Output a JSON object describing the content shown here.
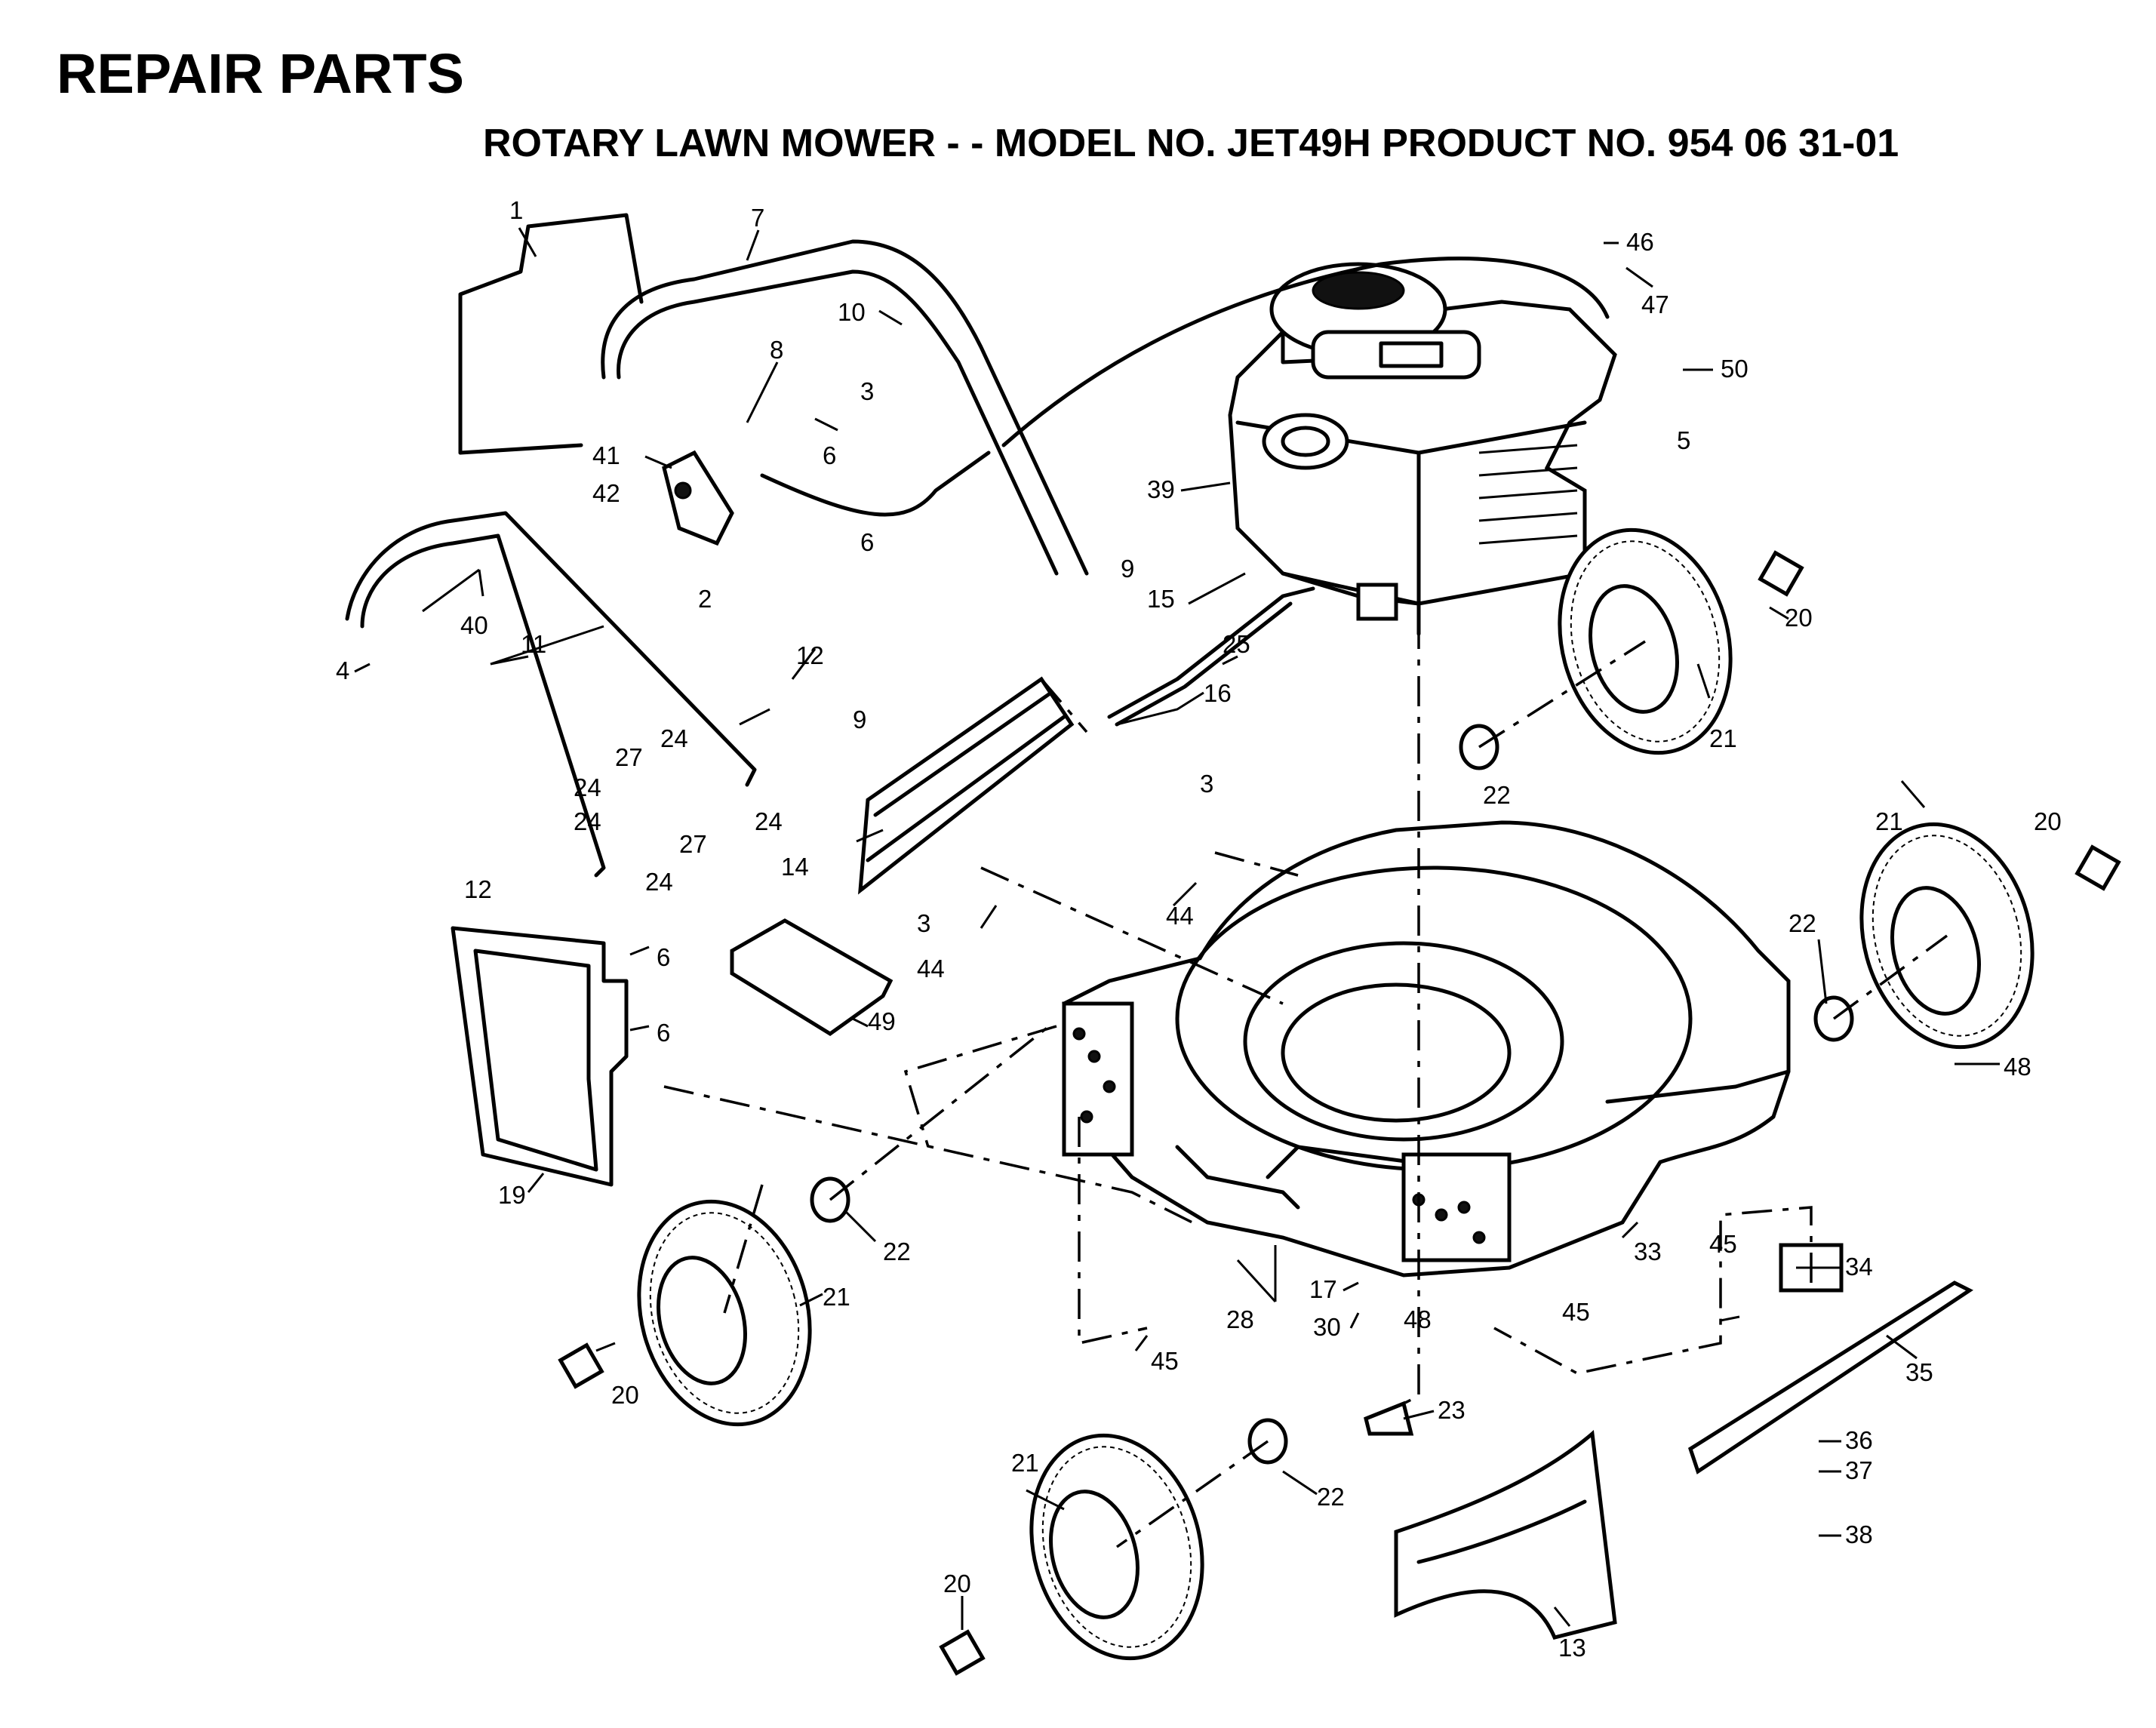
{
  "title": "REPAIR PARTS",
  "subtitle": "ROTARY LAWN MOWER - - MODEL NO. JET49H PRODUCT NO. 954 06 31-01",
  "callouts": [
    "1",
    "7",
    "8",
    "10",
    "3",
    "6",
    "41",
    "42",
    "6",
    "9",
    "2",
    "15",
    "25",
    "16",
    "40",
    "4",
    "11",
    "12",
    "9",
    "24",
    "27",
    "24",
    "24",
    "27",
    "24",
    "12",
    "24",
    "14",
    "3",
    "44",
    "3",
    "44",
    "39",
    "46",
    "47",
    "50",
    "5",
    "20",
    "21",
    "22",
    "21",
    "20",
    "22",
    "48",
    "6",
    "6",
    "49",
    "19",
    "22",
    "21",
    "20",
    "33",
    "45",
    "34",
    "35",
    "17",
    "28",
    "30",
    "48",
    "45",
    "23",
    "45",
    "36",
    "37",
    "38",
    "22",
    "21",
    "20",
    "13"
  ]
}
